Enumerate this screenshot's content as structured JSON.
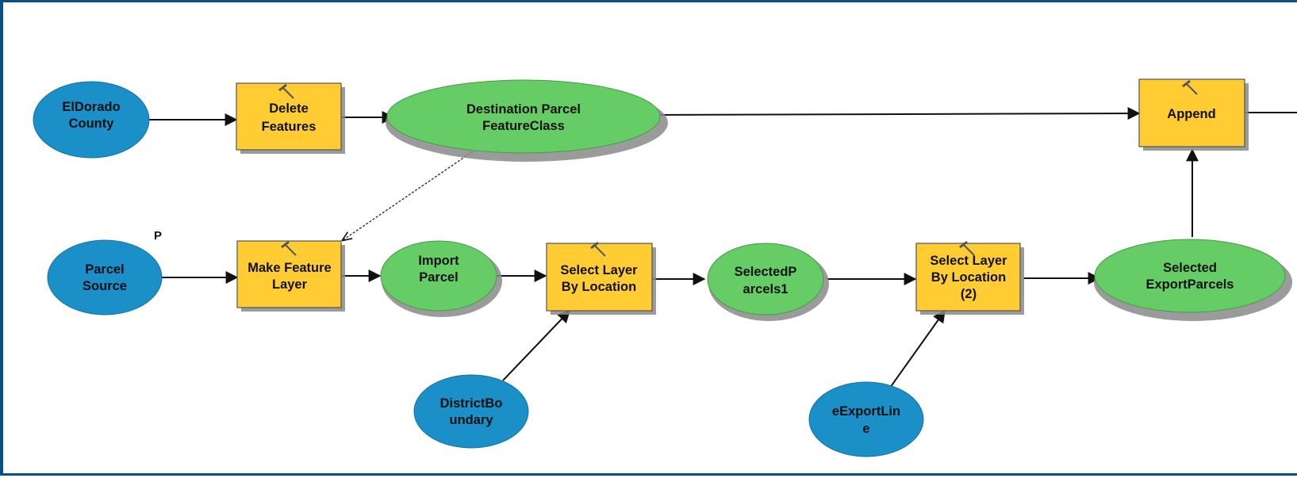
{
  "colors": {
    "input_data": "#1a8fc8",
    "intermediate_data": "#66cc66",
    "tool": "#ffcc33",
    "frame": "#0b4f8a"
  },
  "icons": {
    "tool": "hammer-icon"
  },
  "nodes": {
    "eldorado": {
      "kind": "input",
      "line1": "ElDorado",
      "line2": "County"
    },
    "delete": {
      "kind": "tool",
      "line1": "Delete",
      "line2": "Features"
    },
    "dest": {
      "kind": "data",
      "line1": "Destination Parcel",
      "line2": "FeatureClass"
    },
    "append": {
      "kind": "tool",
      "line1": "Append"
    },
    "parcelsrc": {
      "kind": "input",
      "line1": "Parcel",
      "line2": "Source",
      "tag": "P"
    },
    "makelayer": {
      "kind": "tool",
      "line1": "Make Feature",
      "line2": "Layer"
    },
    "import": {
      "kind": "data",
      "line1": "Import",
      "line2": "Parcel"
    },
    "sel1": {
      "kind": "tool",
      "line1": "Select Layer",
      "line2": "By Location"
    },
    "selp1": {
      "kind": "data",
      "line1": "SelectedP",
      "line2": "arcels1"
    },
    "sel2": {
      "kind": "tool",
      "line1": "Select Layer",
      "line2": "By Location",
      "line3": "(2)"
    },
    "selexport": {
      "kind": "data",
      "line1": "Selected",
      "line2": "ExportParcels"
    },
    "district": {
      "kind": "input",
      "line1": "DistrictBo",
      "line2": "undary"
    },
    "exportline": {
      "kind": "input",
      "line1": "eExportLin",
      "line2": "e"
    }
  }
}
